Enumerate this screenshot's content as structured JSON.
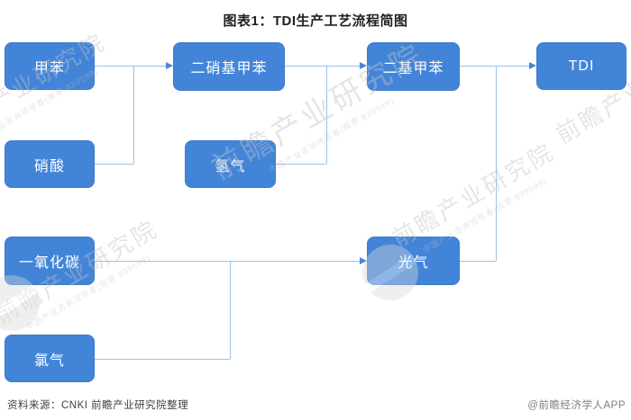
{
  "title": "图表1：TDI生产工艺流程简图",
  "nodes": {
    "toluene": "甲苯",
    "nitric_acid": "硝酸",
    "dinitrotoluene": "二硝基甲苯",
    "hydrogen": "氢气",
    "diaminotoluene": "二基甲苯",
    "tdi": "TDI",
    "carbon_monoxide": "一氧化碳",
    "phosgene": "光气",
    "chlorine": "氯气"
  },
  "footer": {
    "source": "资料来源：CNKI 前瞻产业研究院整理",
    "credit": "@前瞻经济学人APP"
  },
  "watermark": {
    "text": "前瞻产业研究院",
    "subtext": "中国产业咨询领导者(股票:839599)"
  },
  "colors": {
    "node_fill": "#4285d8",
    "node_border": "#3d7bca",
    "connector": "#9bc0e9",
    "arrow": "#4b84d3",
    "title_text": "#1f1f1f",
    "source_text": "#3f3f3f",
    "credit_text": "#7f7f7f"
  }
}
